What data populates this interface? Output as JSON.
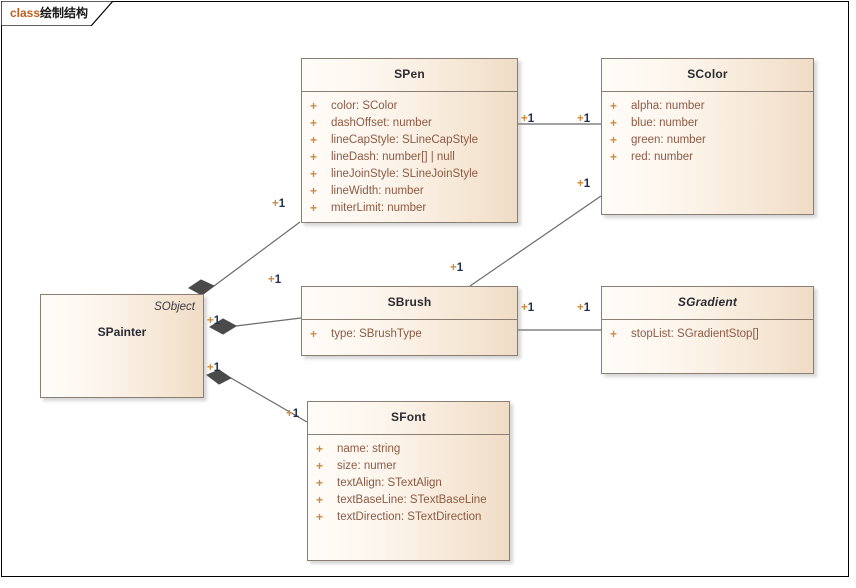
{
  "frame": {
    "keyword": "class",
    "name": "绘制结构"
  },
  "colors": {
    "box_border": "#8a7f72",
    "box_fill_light": "#fffcf8",
    "box_fill_dark": "#efdcc6",
    "title_text": "#2b2b33",
    "attribute_text": "#8c5a43",
    "visibility_plus": "#d08a3c",
    "multiplicity_num": "#20304e",
    "connector_line": "#6b6b6b",
    "frame_border": "#000000",
    "tab_keyword": "#c06020"
  },
  "classes": [
    {
      "id": "spen",
      "name": "SPen",
      "abstract": false,
      "stereotype": null,
      "attributes": [
        {
          "visibility": "+",
          "text": "color: SColor"
        },
        {
          "visibility": "+",
          "text": "dashOffset: number"
        },
        {
          "visibility": "+",
          "text": "lineCapStyle: SLineCapStyle"
        },
        {
          "visibility": "+",
          "text": "lineDash: number[] | null"
        },
        {
          "visibility": "+",
          "text": "lineJoinStyle: SLineJoinStyle"
        },
        {
          "visibility": "+",
          "text": "lineWidth: number"
        },
        {
          "visibility": "+",
          "text": "miterLimit: number"
        }
      ]
    },
    {
      "id": "scolor",
      "name": "SColor",
      "abstract": false,
      "stereotype": null,
      "attributes": [
        {
          "visibility": "+",
          "text": "alpha: number"
        },
        {
          "visibility": "+",
          "text": "blue: number"
        },
        {
          "visibility": "+",
          "text": "green: number"
        },
        {
          "visibility": "+",
          "text": "red: number"
        }
      ]
    },
    {
      "id": "spainter",
      "name": "SPainter",
      "abstract": false,
      "stereotype": "SObject",
      "attributes": []
    },
    {
      "id": "sbrush",
      "name": "SBrush",
      "abstract": false,
      "stereotype": null,
      "attributes": [
        {
          "visibility": "+",
          "text": "type: SBrushType"
        }
      ]
    },
    {
      "id": "sgradient",
      "name": "SGradient",
      "abstract": true,
      "stereotype": null,
      "attributes": [
        {
          "visibility": "+",
          "text": "stopList: SGradientStop[]"
        }
      ]
    },
    {
      "id": "sfont",
      "name": "SFont",
      "abstract": false,
      "stereotype": null,
      "attributes": [
        {
          "visibility": "+",
          "text": "name: string"
        },
        {
          "visibility": "+",
          "text": "size: numer"
        },
        {
          "visibility": "+",
          "text": "textAlign: STextAlign"
        },
        {
          "visibility": "+",
          "text": "textBaseLine: STextBaseLine"
        },
        {
          "visibility": "+",
          "text": "textDirection: STextDirection"
        }
      ]
    }
  ],
  "associations": [
    {
      "id": "spainter-spen",
      "from": "SPainter",
      "to": "SPen",
      "kind": "composition",
      "source_mult": "+1",
      "target_mult": "+1"
    },
    {
      "id": "spen-scolor",
      "from": "SPen",
      "to": "SColor",
      "kind": "association",
      "source_mult": "+1",
      "target_mult": "+1"
    },
    {
      "id": "sbrush-scolor",
      "from": "SBrush",
      "to": "SColor",
      "kind": "association",
      "source_mult": "+1",
      "target_mult": "+1"
    },
    {
      "id": "spainter-sbrush",
      "from": "SPainter",
      "to": "SBrush",
      "kind": "composition",
      "source_mult": "+1",
      "target_mult": "+1"
    },
    {
      "id": "sbrush-sgradient",
      "from": "SBrush",
      "to": "SGradient",
      "kind": "association",
      "source_mult": "+1",
      "target_mult": "+1"
    },
    {
      "id": "spainter-sfont",
      "from": "SPainter",
      "to": "SFont",
      "kind": "composition",
      "source_mult": "+1",
      "target_mult": "+1"
    }
  ],
  "multiplicity_labels": [
    {
      "id": "m-spen-left",
      "plus": "+",
      "num": "1"
    },
    {
      "id": "m-spen-right",
      "plus": "+",
      "num": "1"
    },
    {
      "id": "m-scolor-left-top",
      "plus": "+",
      "num": "1"
    },
    {
      "id": "m-scolor-left-bot",
      "plus": "+",
      "num": "1"
    },
    {
      "id": "m-spainter-top",
      "plus": "+",
      "num": "1"
    },
    {
      "id": "m-spainter-mid",
      "plus": "+",
      "num": "1"
    },
    {
      "id": "m-spainter-bot",
      "plus": "+",
      "num": "1"
    },
    {
      "id": "m-sbrush-topright",
      "plus": "+",
      "num": "1"
    },
    {
      "id": "m-sbrush-left",
      "plus": "+",
      "num": "1"
    },
    {
      "id": "m-sbrush-right",
      "plus": "+",
      "num": "1"
    },
    {
      "id": "m-sgradient-left",
      "plus": "+",
      "num": "1"
    },
    {
      "id": "m-sfont-left",
      "plus": "+",
      "num": "1"
    }
  ]
}
